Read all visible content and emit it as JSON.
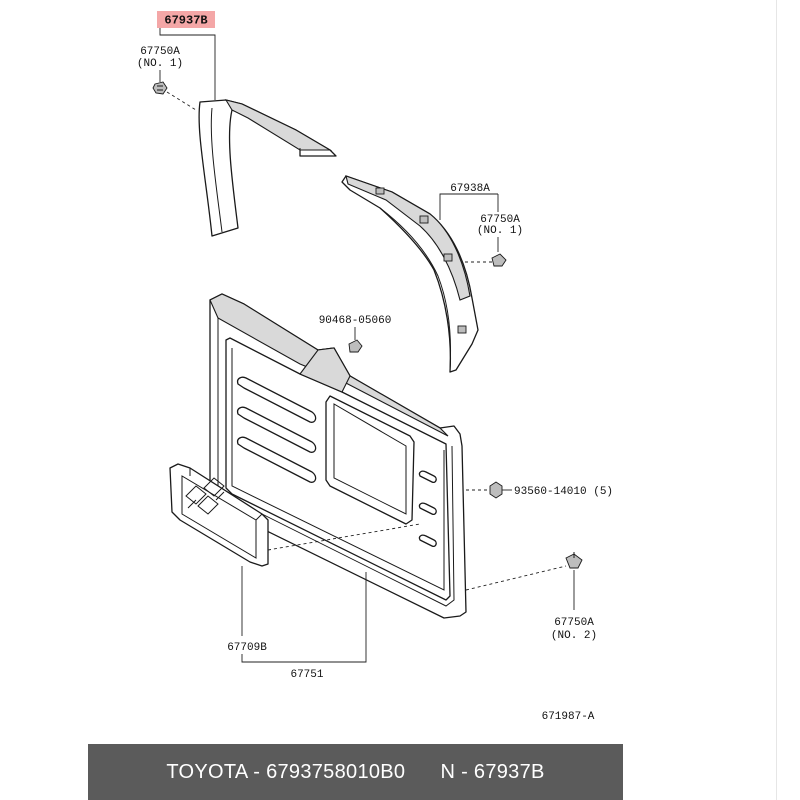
{
  "labels": {
    "highlight_part": "67937B",
    "clip_top_left": "67750A",
    "clip_top_left_no": "(NO. 1)",
    "quarter_trim": "67938A",
    "clip_right": "67750A",
    "clip_right_no": "(NO. 1)",
    "bolt": "90468-05060",
    "screw": "93560-14010 (5)",
    "clip_bottom": "67750A",
    "clip_bottom_no": "(NO. 2)",
    "pocket": "67709B",
    "panel": "67751",
    "diagram_id": "671987-A"
  },
  "colors": {
    "highlight": "#f4a7a7",
    "footer_bg": "#5b5b5b",
    "footer_text": "#ffffff"
  },
  "footer": {
    "text": "TOYOTA - 6793758010B0      N - 67937B"
  }
}
